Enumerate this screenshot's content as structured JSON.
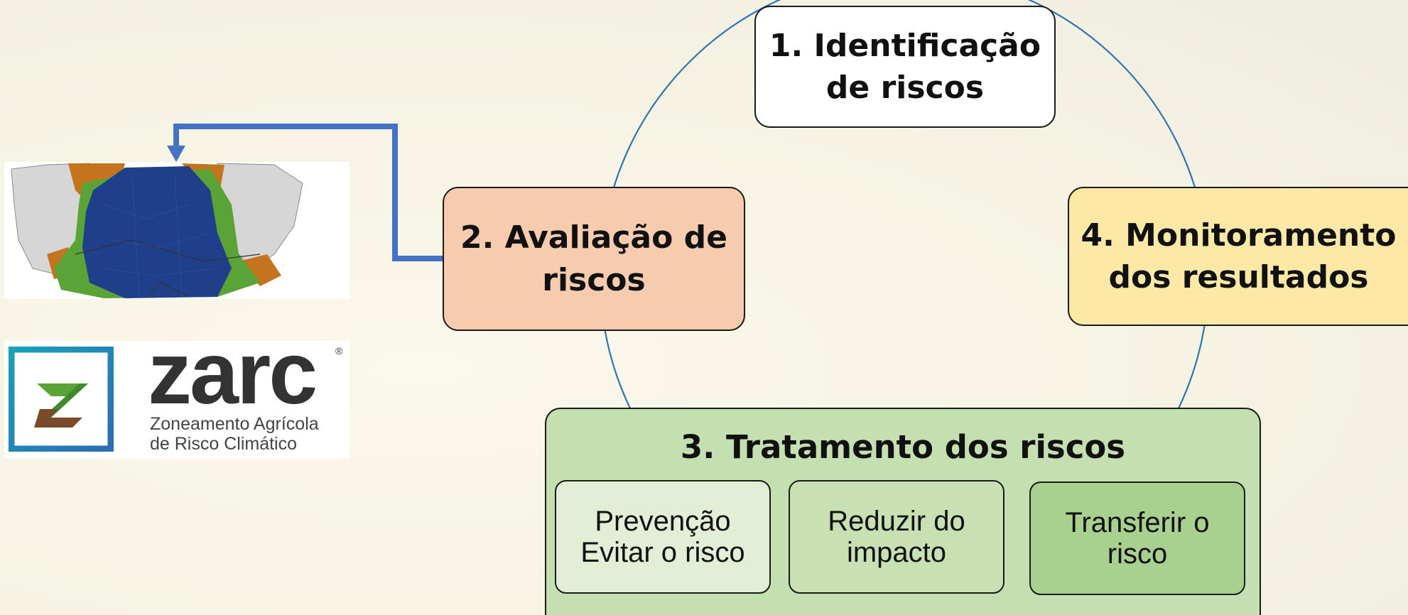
{
  "steps": {
    "identificacao": {
      "line1": "1. Identificação",
      "line2": "de riscos"
    },
    "avaliacao": {
      "line1": "2. Avaliação de",
      "line2": "riscos"
    },
    "tratamento": {
      "title": "3. Tratamento dos riscos",
      "options": [
        {
          "line1": "Prevenção",
          "line2": "Evitar o risco"
        },
        {
          "line1": "Reduzir do",
          "line2": "impacto"
        },
        {
          "line1": "Transferir o",
          "line2": "risco"
        }
      ]
    },
    "monitoramento": {
      "line1": "4. Monitoramento",
      "line2": "dos resultados"
    }
  },
  "logo": {
    "wordmark": "zarc",
    "registered": "®",
    "subtitle_line1": "Zoneamento Agrícola",
    "subtitle_line2": "de Risco Climático",
    "icon": "zarc-z-icon"
  },
  "colors": {
    "cycle_line": "#2e75b6",
    "arrow": "#4472c4",
    "step1": "#ffffff",
    "step2": "#f7cbae",
    "step3": "#c4dfb0",
    "step4": "#fde8a5",
    "map_high_risk": "#1f3f8a",
    "map_medium_risk": "#5aa336",
    "map_low_risk": "#c5741e",
    "map_no_data": "#d6d6d6"
  }
}
